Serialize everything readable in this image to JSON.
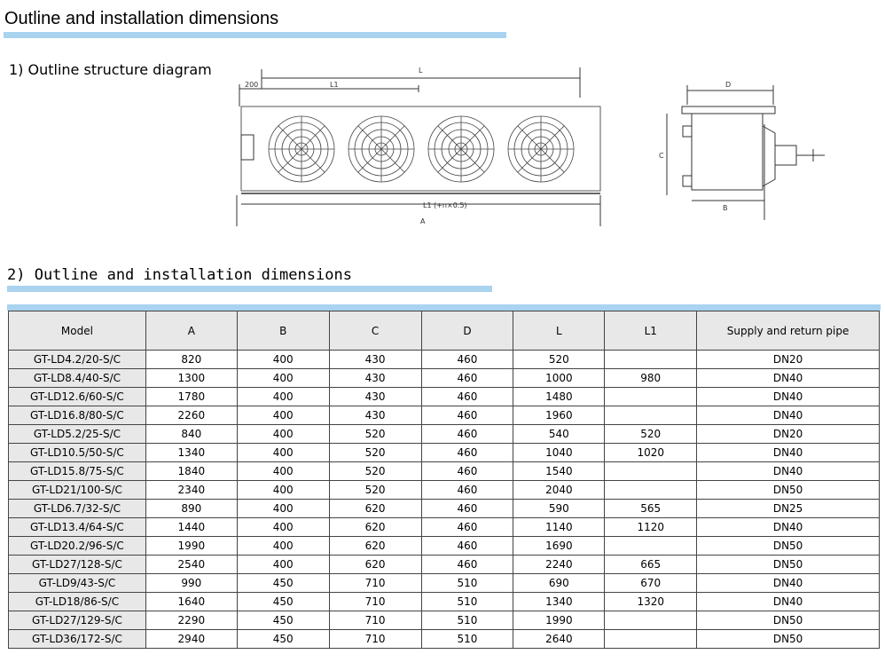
{
  "heading": "Outline and installation dimensions",
  "section1": "1)  Outline structure diagram",
  "section2": "2) Outline and installation dimensions",
  "table": {
    "columns": [
      "Model",
      "A",
      "B",
      "C",
      "D",
      "L",
      "L1",
      "Supply and return pipe"
    ],
    "rows": [
      [
        "GT-LD4.2/20-S/C",
        "820",
        "400",
        "430",
        "460",
        "520",
        "",
        "DN20"
      ],
      [
        "GT-LD8.4/40-S/C",
        "1300",
        "400",
        "430",
        "460",
        "1000",
        "980",
        "DN40"
      ],
      [
        "GT-LD12.6/60-S/C",
        "1780",
        "400",
        "430",
        "460",
        "1480",
        "",
        "DN40"
      ],
      [
        "GT-LD16.8/80-S/C",
        "2260",
        "400",
        "430",
        "460",
        "1960",
        "",
        "DN40"
      ],
      [
        "GT-LD5.2/25-S/C",
        "840",
        "400",
        "520",
        "460",
        "540",
        "520",
        "DN20"
      ],
      [
        "GT-LD10.5/50-S/C",
        "1340",
        "400",
        "520",
        "460",
        "1040",
        "1020",
        "DN40"
      ],
      [
        "GT-LD15.8/75-S/C",
        "1840",
        "400",
        "520",
        "460",
        "1540",
        "",
        "DN40"
      ],
      [
        "GT-LD21/100-S/C",
        "2340",
        "400",
        "520",
        "460",
        "2040",
        "",
        "DN50"
      ],
      [
        "GT-LD6.7/32-S/C",
        "890",
        "400",
        "620",
        "460",
        "590",
        "565",
        "DN25"
      ],
      [
        "GT-LD13.4/64-S/C",
        "1440",
        "400",
        "620",
        "460",
        "1140",
        "1120",
        "DN40"
      ],
      [
        "GT-LD20.2/96-S/C",
        "1990",
        "400",
        "620",
        "460",
        "1690",
        "",
        "DN50"
      ],
      [
        "GT-LD27/128-S/C",
        "2540",
        "400",
        "620",
        "460",
        "2240",
        "665",
        "DN50"
      ],
      [
        "GT-LD9/43-S/C",
        "990",
        "450",
        "710",
        "510",
        "690",
        "670",
        "DN40"
      ],
      [
        "GT-LD18/86-S/C",
        "1640",
        "450",
        "710",
        "510",
        "1340",
        "1320",
        "DN40"
      ],
      [
        "GT-LD27/129-S/C",
        "2290",
        "450",
        "710",
        "510",
        "1990",
        "",
        "DN50"
      ],
      [
        "GT-LD36/172-S/C",
        "2940",
        "450",
        "710",
        "510",
        "2640",
        "",
        "DN50"
      ]
    ]
  },
  "diagram": {
    "front_top_label": "L",
    "front_sub_label": "L1",
    "front_left_label": "200",
    "front_bottom_label": "L1 (+n×0.5)",
    "front_bottom_letter": "A",
    "side_top_label": "D",
    "side_bottom_label": "B",
    "side_left_label": "C",
    "fan_icon": "fan-grille-icon",
    "colors": {
      "accent_bar": "#a9d3ef",
      "header_bg": "#e8e8e8"
    }
  }
}
